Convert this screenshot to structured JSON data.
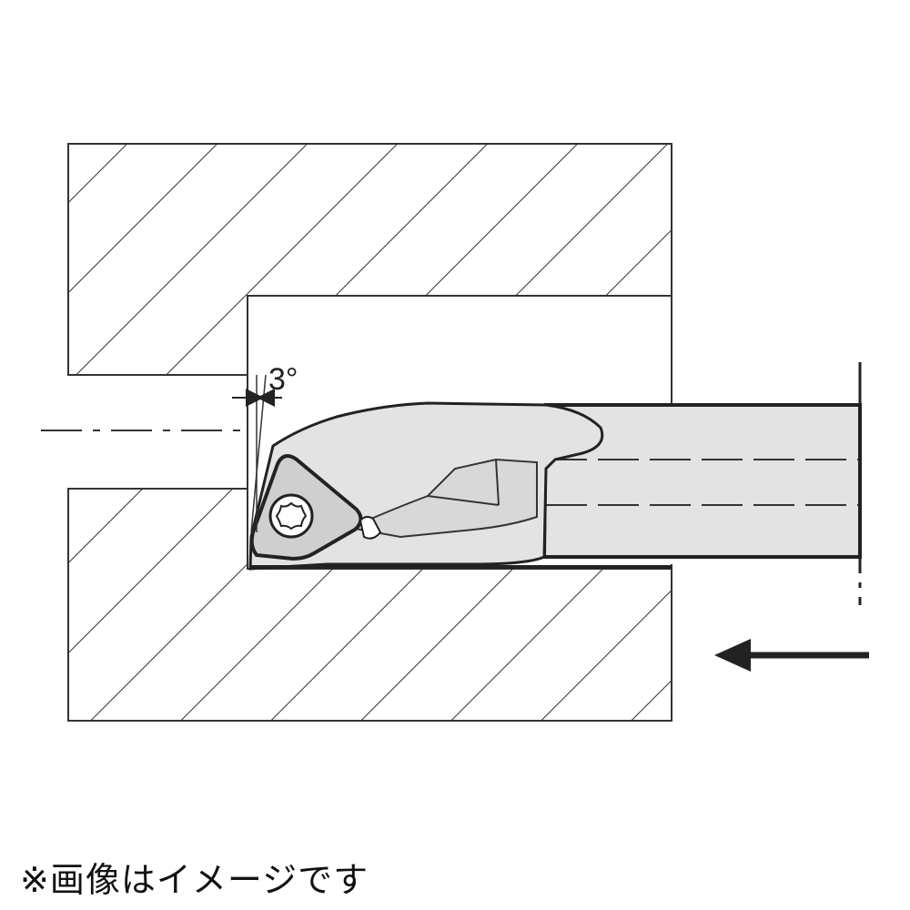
{
  "diagram": {
    "angle_label": "3°",
    "feed_direction": "left"
  },
  "note": "※画像はイメージです",
  "colors": {
    "line": "#222222",
    "tool_body": "#e3e3e3",
    "insert": "#cfcfcf",
    "background": "#ffffff"
  }
}
